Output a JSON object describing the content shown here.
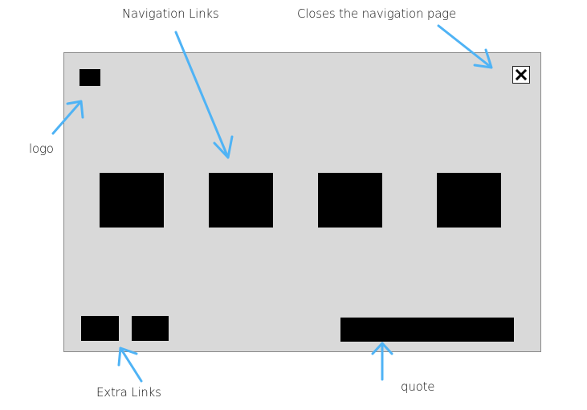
{
  "annotations": {
    "navigation_links": "Navigation Links",
    "close": "Closes the navigation page",
    "logo": "logo",
    "extra_links": "Extra Links",
    "quote": "quote"
  },
  "colors": {
    "frame_background": "#d9d9d9",
    "frame_border": "#8a8a8a",
    "placeholder_block": "#000000",
    "arrow": "#4fb3f5"
  },
  "icons": {
    "close": "close-icon"
  }
}
